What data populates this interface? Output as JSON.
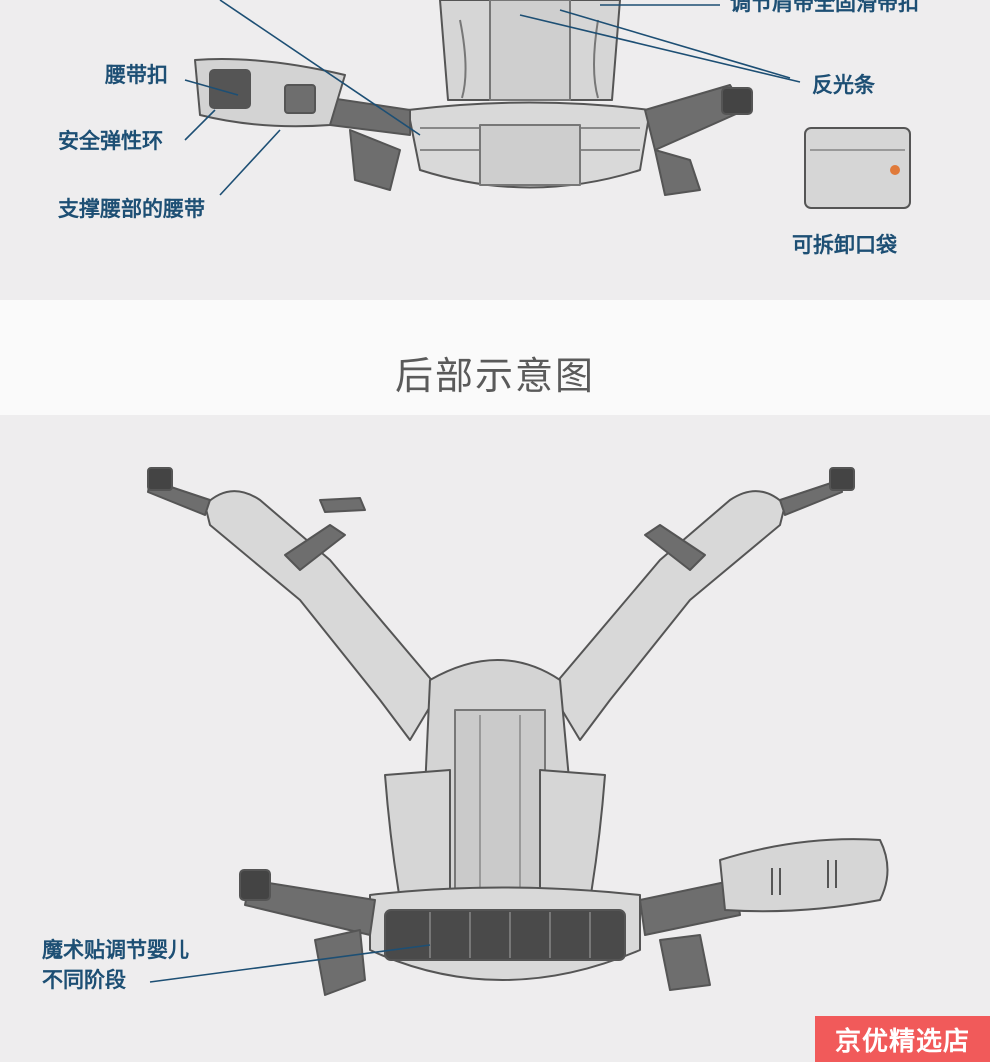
{
  "front_view": {
    "labels": {
      "top_partial": "调节肩带全固滑带扣",
      "reflective_strip": "反光条",
      "waist_buckle": "腰带扣",
      "safety_elastic_loop": "安全弹性环",
      "lumbar_support_belt": "支撑腰部的腰带",
      "detachable_pocket": "可拆卸口袋"
    }
  },
  "section_title": "后部示意图",
  "back_view": {
    "labels": {
      "velcro_adjust_line1": "魔术贴调节婴儿",
      "velcro_adjust_line2": "不同阶段"
    }
  },
  "store_badge": "京优精选店",
  "colors": {
    "panel_bg": "#eeedee",
    "label_blue": "#1d4f74",
    "fabric_light": "#d4d4d4",
    "strap_dark": "#6e6e6e",
    "badge_red": "#f15a5a"
  }
}
